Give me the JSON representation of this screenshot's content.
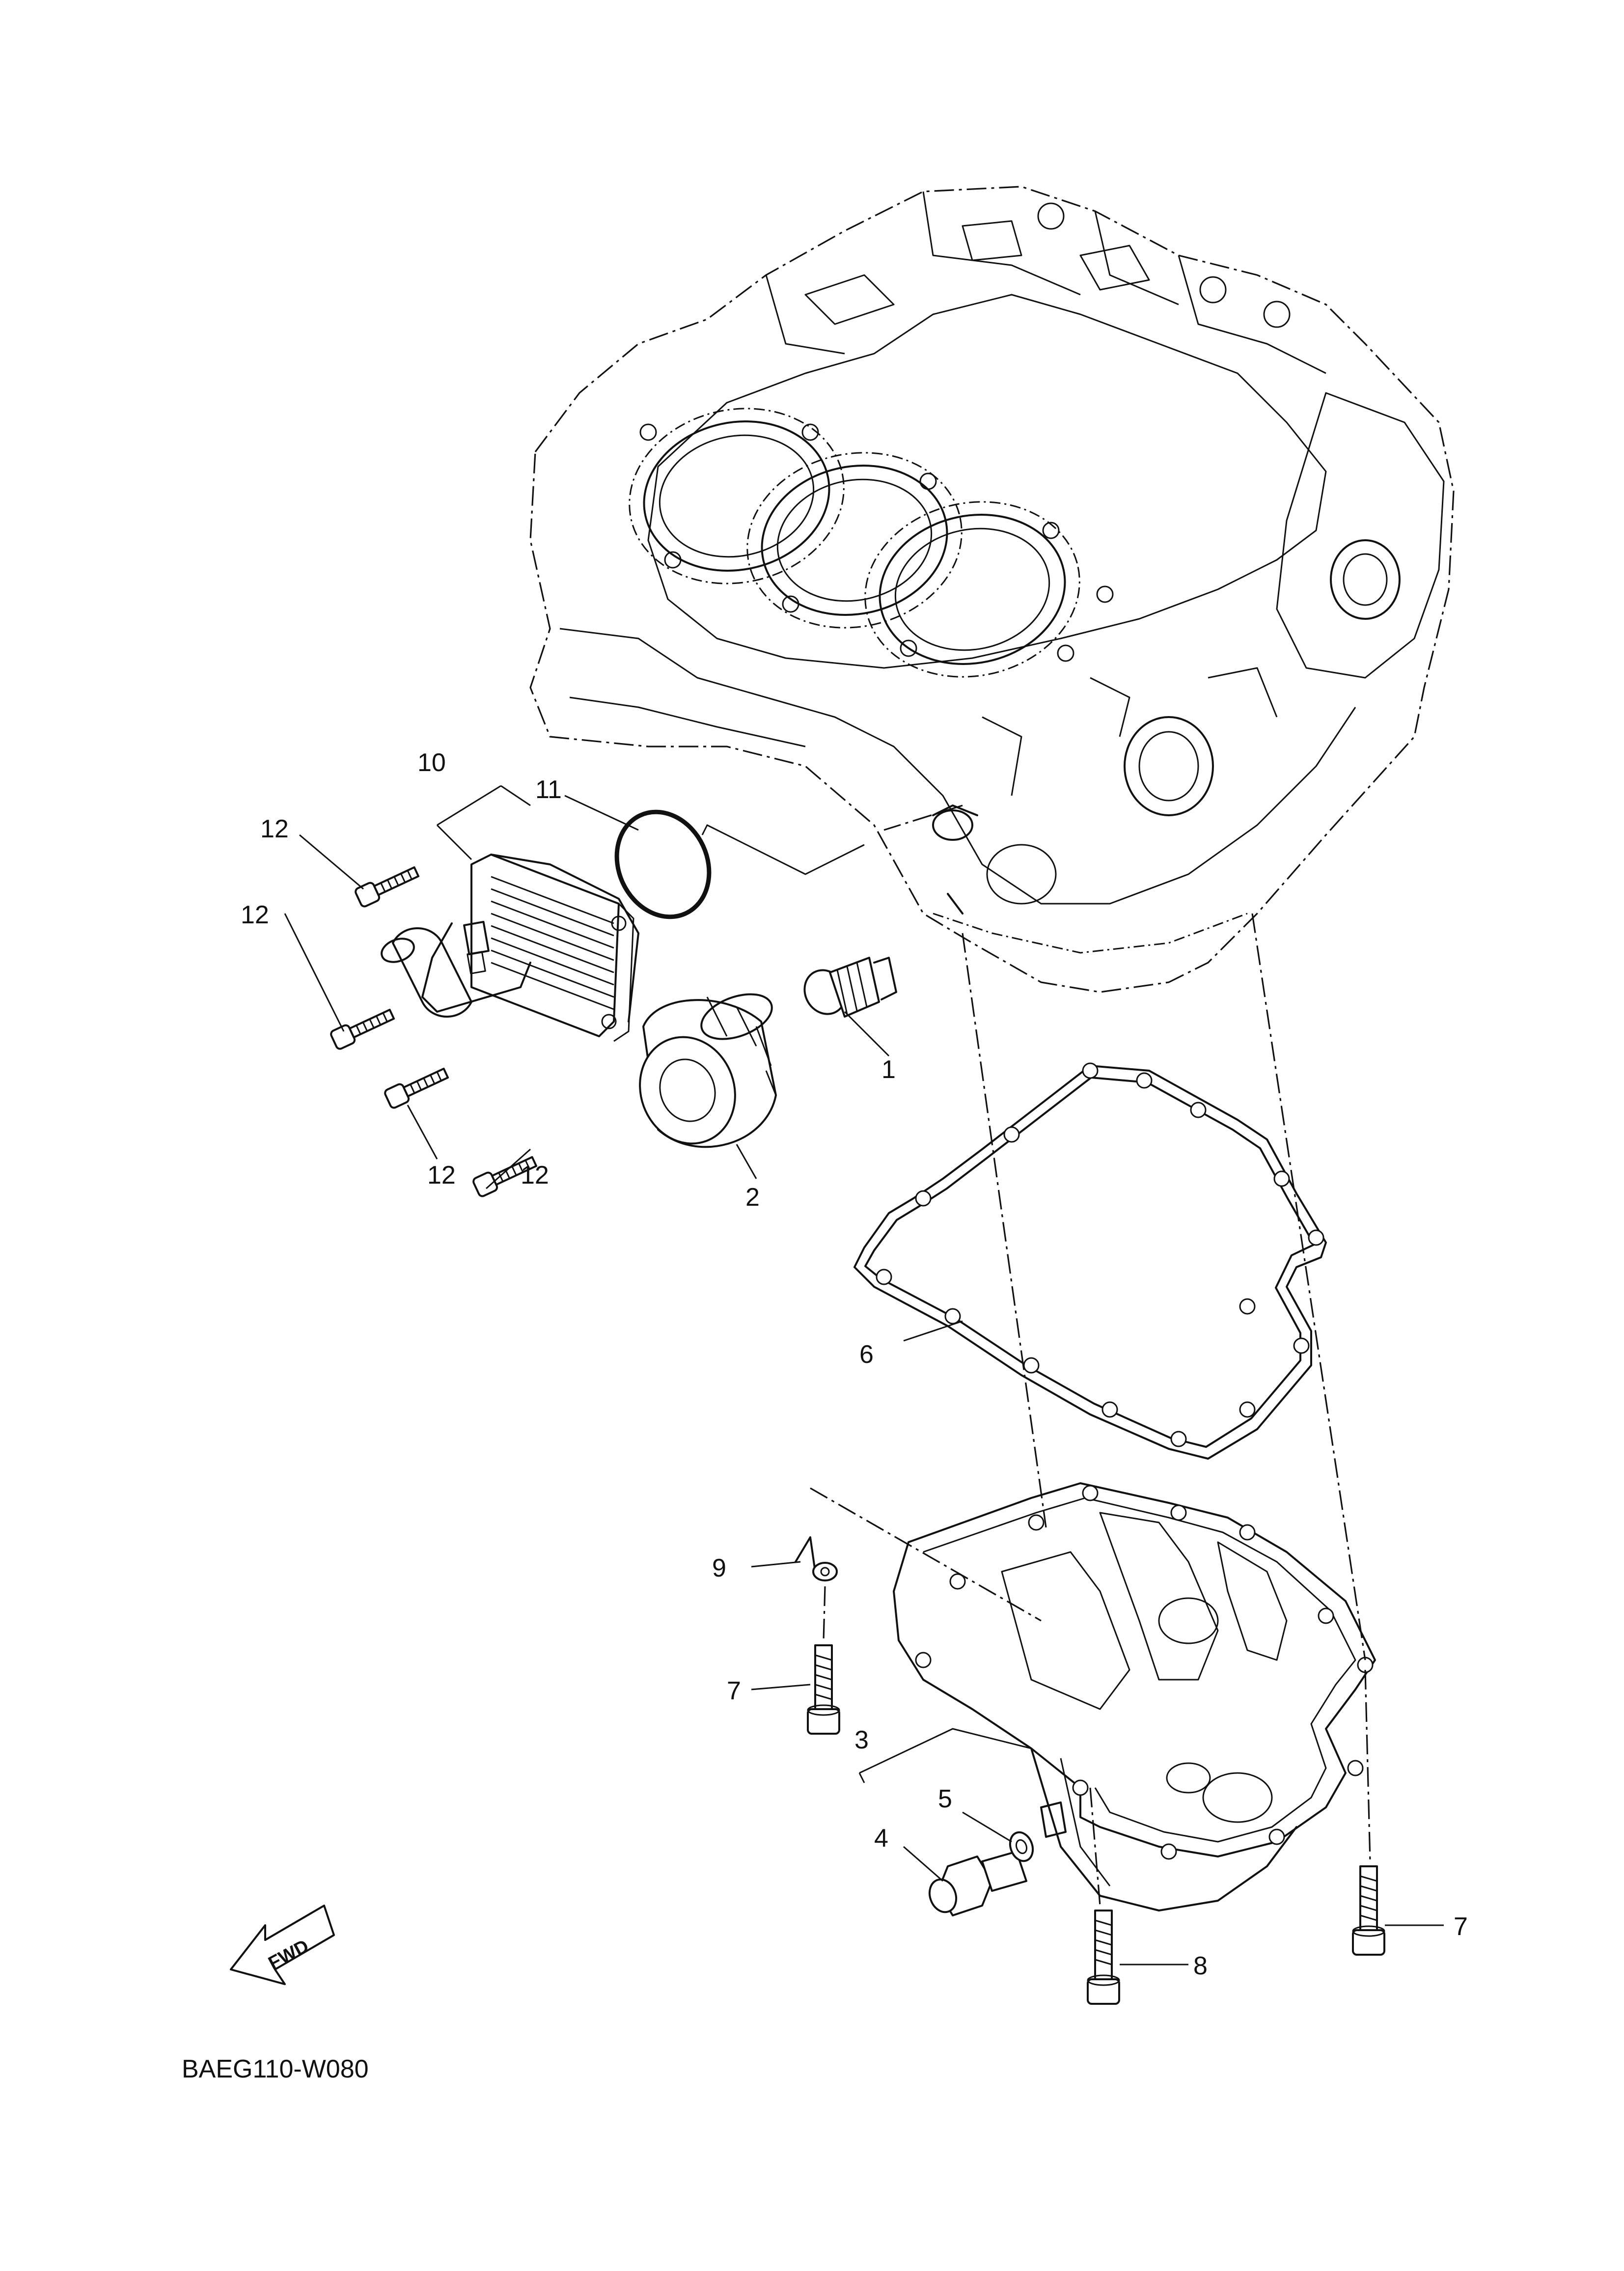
{
  "diagram": {
    "code": "BAEG110-W080",
    "fwd_label": "FWD",
    "callouts": [
      {
        "id": "c1",
        "text": "1"
      },
      {
        "id": "c2",
        "text": "2"
      },
      {
        "id": "c3",
        "text": "3"
      },
      {
        "id": "c4",
        "text": "4"
      },
      {
        "id": "c5",
        "text": "5"
      },
      {
        "id": "c6",
        "text": "6"
      },
      {
        "id": "c7a",
        "text": "7"
      },
      {
        "id": "c7b",
        "text": "7"
      },
      {
        "id": "c8",
        "text": "8"
      },
      {
        "id": "c9",
        "text": "9"
      },
      {
        "id": "c10",
        "text": "10"
      },
      {
        "id": "c11",
        "text": "11"
      },
      {
        "id": "c12a",
        "text": "12"
      },
      {
        "id": "c12b",
        "text": "12"
      },
      {
        "id": "c12c",
        "text": "12"
      },
      {
        "id": "c12d",
        "text": "12"
      }
    ]
  }
}
